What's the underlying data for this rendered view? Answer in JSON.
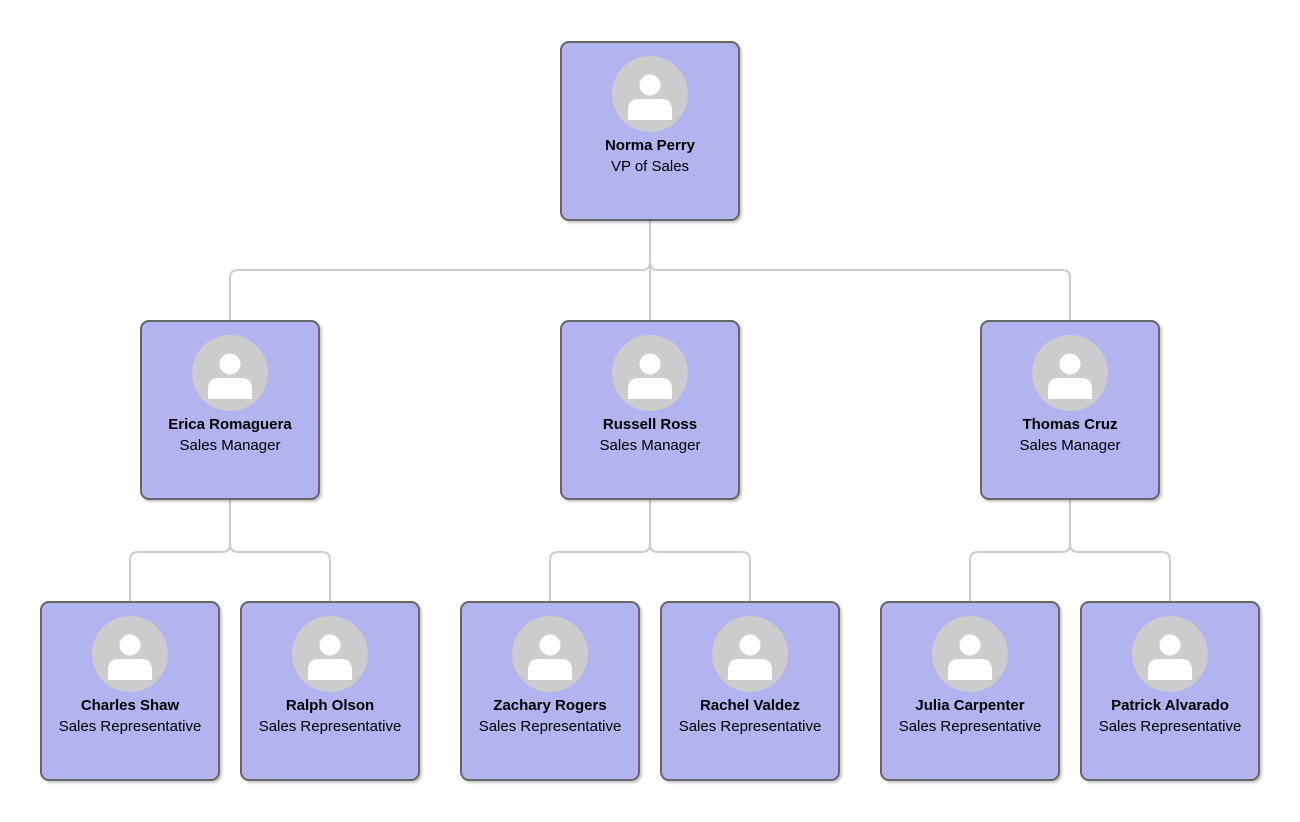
{
  "diagram_type": "org-chart",
  "nodes": [
    {
      "name": "Norma Perry",
      "title": "VP of Sales",
      "manager": null
    },
    {
      "name": "Erica Romaguera",
      "title": "Sales Manager",
      "manager": "Norma Perry"
    },
    {
      "name": "Russell Ross",
      "title": "Sales Manager",
      "manager": "Norma Perry"
    },
    {
      "name": "Thomas Cruz",
      "title": "Sales Manager",
      "manager": "Norma Perry"
    },
    {
      "name": "Charles Shaw",
      "title": "Sales Representative",
      "manager": "Erica Romaguera"
    },
    {
      "name": "Ralph Olson",
      "title": "Sales Representative",
      "manager": "Erica Romaguera"
    },
    {
      "name": "Zachary Rogers",
      "title": "Sales Representative",
      "manager": "Russell Ross"
    },
    {
      "name": "Rachel Valdez",
      "title": "Sales Representative",
      "manager": "Russell Ross"
    },
    {
      "name": "Julia Carpenter",
      "title": "Sales Representative",
      "manager": "Thomas Cruz"
    },
    {
      "name": "Patrick Alvarado",
      "title": "Sales Representative",
      "manager": "Thomas Cruz"
    }
  ],
  "colors": {
    "node_fill": "#b3b3f0",
    "node_border": "#666666",
    "connector": "#cccccc",
    "avatar_bg": "#cccccc",
    "avatar_fg": "#ffffff",
    "text": "#000000",
    "background": "#ffffff"
  }
}
